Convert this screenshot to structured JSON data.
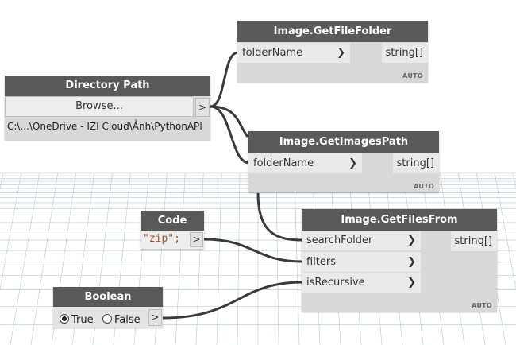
{
  "nodes": {
    "directory_path": {
      "title": "Directory Path",
      "browse_label": "Browse...",
      "output_arrow": ">",
      "path_value": "C:\\...\\OneDrive - IZI Cloud\\Ảnh\\PythonAPI"
    },
    "get_file_folder": {
      "title": "Image.GetFileFolder",
      "input_label": "folderName",
      "input_arrow": "❯",
      "output_label": "string[]",
      "lacing": "AUTO"
    },
    "get_images_path": {
      "title": "Image.GetImagesPath",
      "input_label": "folderName",
      "input_arrow": "❯",
      "output_label": "string[]",
      "lacing": "AUTO"
    },
    "get_files_from": {
      "title": "Image.GetFilesFrom",
      "inputs": [
        {
          "label": "searchFolder",
          "arrow": "❯"
        },
        {
          "label": "filters",
          "arrow": "❯"
        },
        {
          "label": "isRecursive",
          "arrow": "❯"
        }
      ],
      "output_label": "string[]",
      "lacing": "AUTO"
    },
    "code_block": {
      "title": "Code Block",
      "code": "\"zip\";",
      "output_arrow": ">"
    },
    "boolean": {
      "title": "Boolean",
      "true_label": "True",
      "false_label": "False",
      "selected": "True",
      "output_arrow": ">"
    }
  },
  "colors": {
    "header": "#595959",
    "wire": "#3a3a3a",
    "grid": "#b8c6d4",
    "code_string": "#a0522d"
  }
}
